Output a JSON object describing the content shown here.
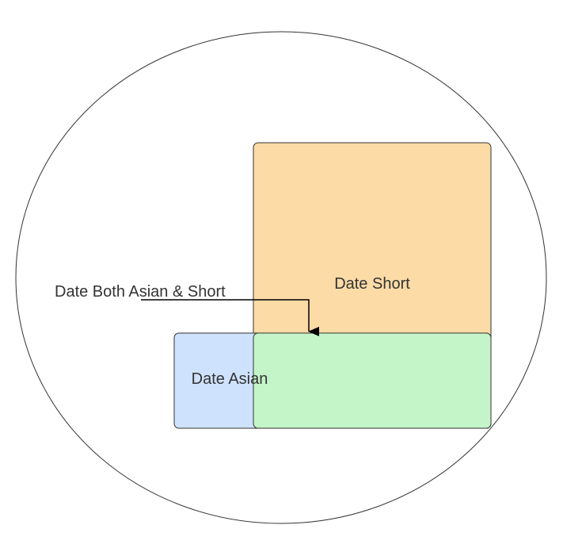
{
  "diagram": {
    "shapes": {
      "date_short": {
        "label": "Date Short",
        "fill": "#fcdba6"
      },
      "date_asian": {
        "label": "Date Asian",
        "fill": "#cfe2fd"
      },
      "overlap": {
        "label": "",
        "fill": "#c4f5c8"
      }
    },
    "annotation": {
      "label": "Date Both Asian & Short"
    },
    "colors": {
      "stroke": "#333333",
      "background": "#ffffff"
    }
  }
}
